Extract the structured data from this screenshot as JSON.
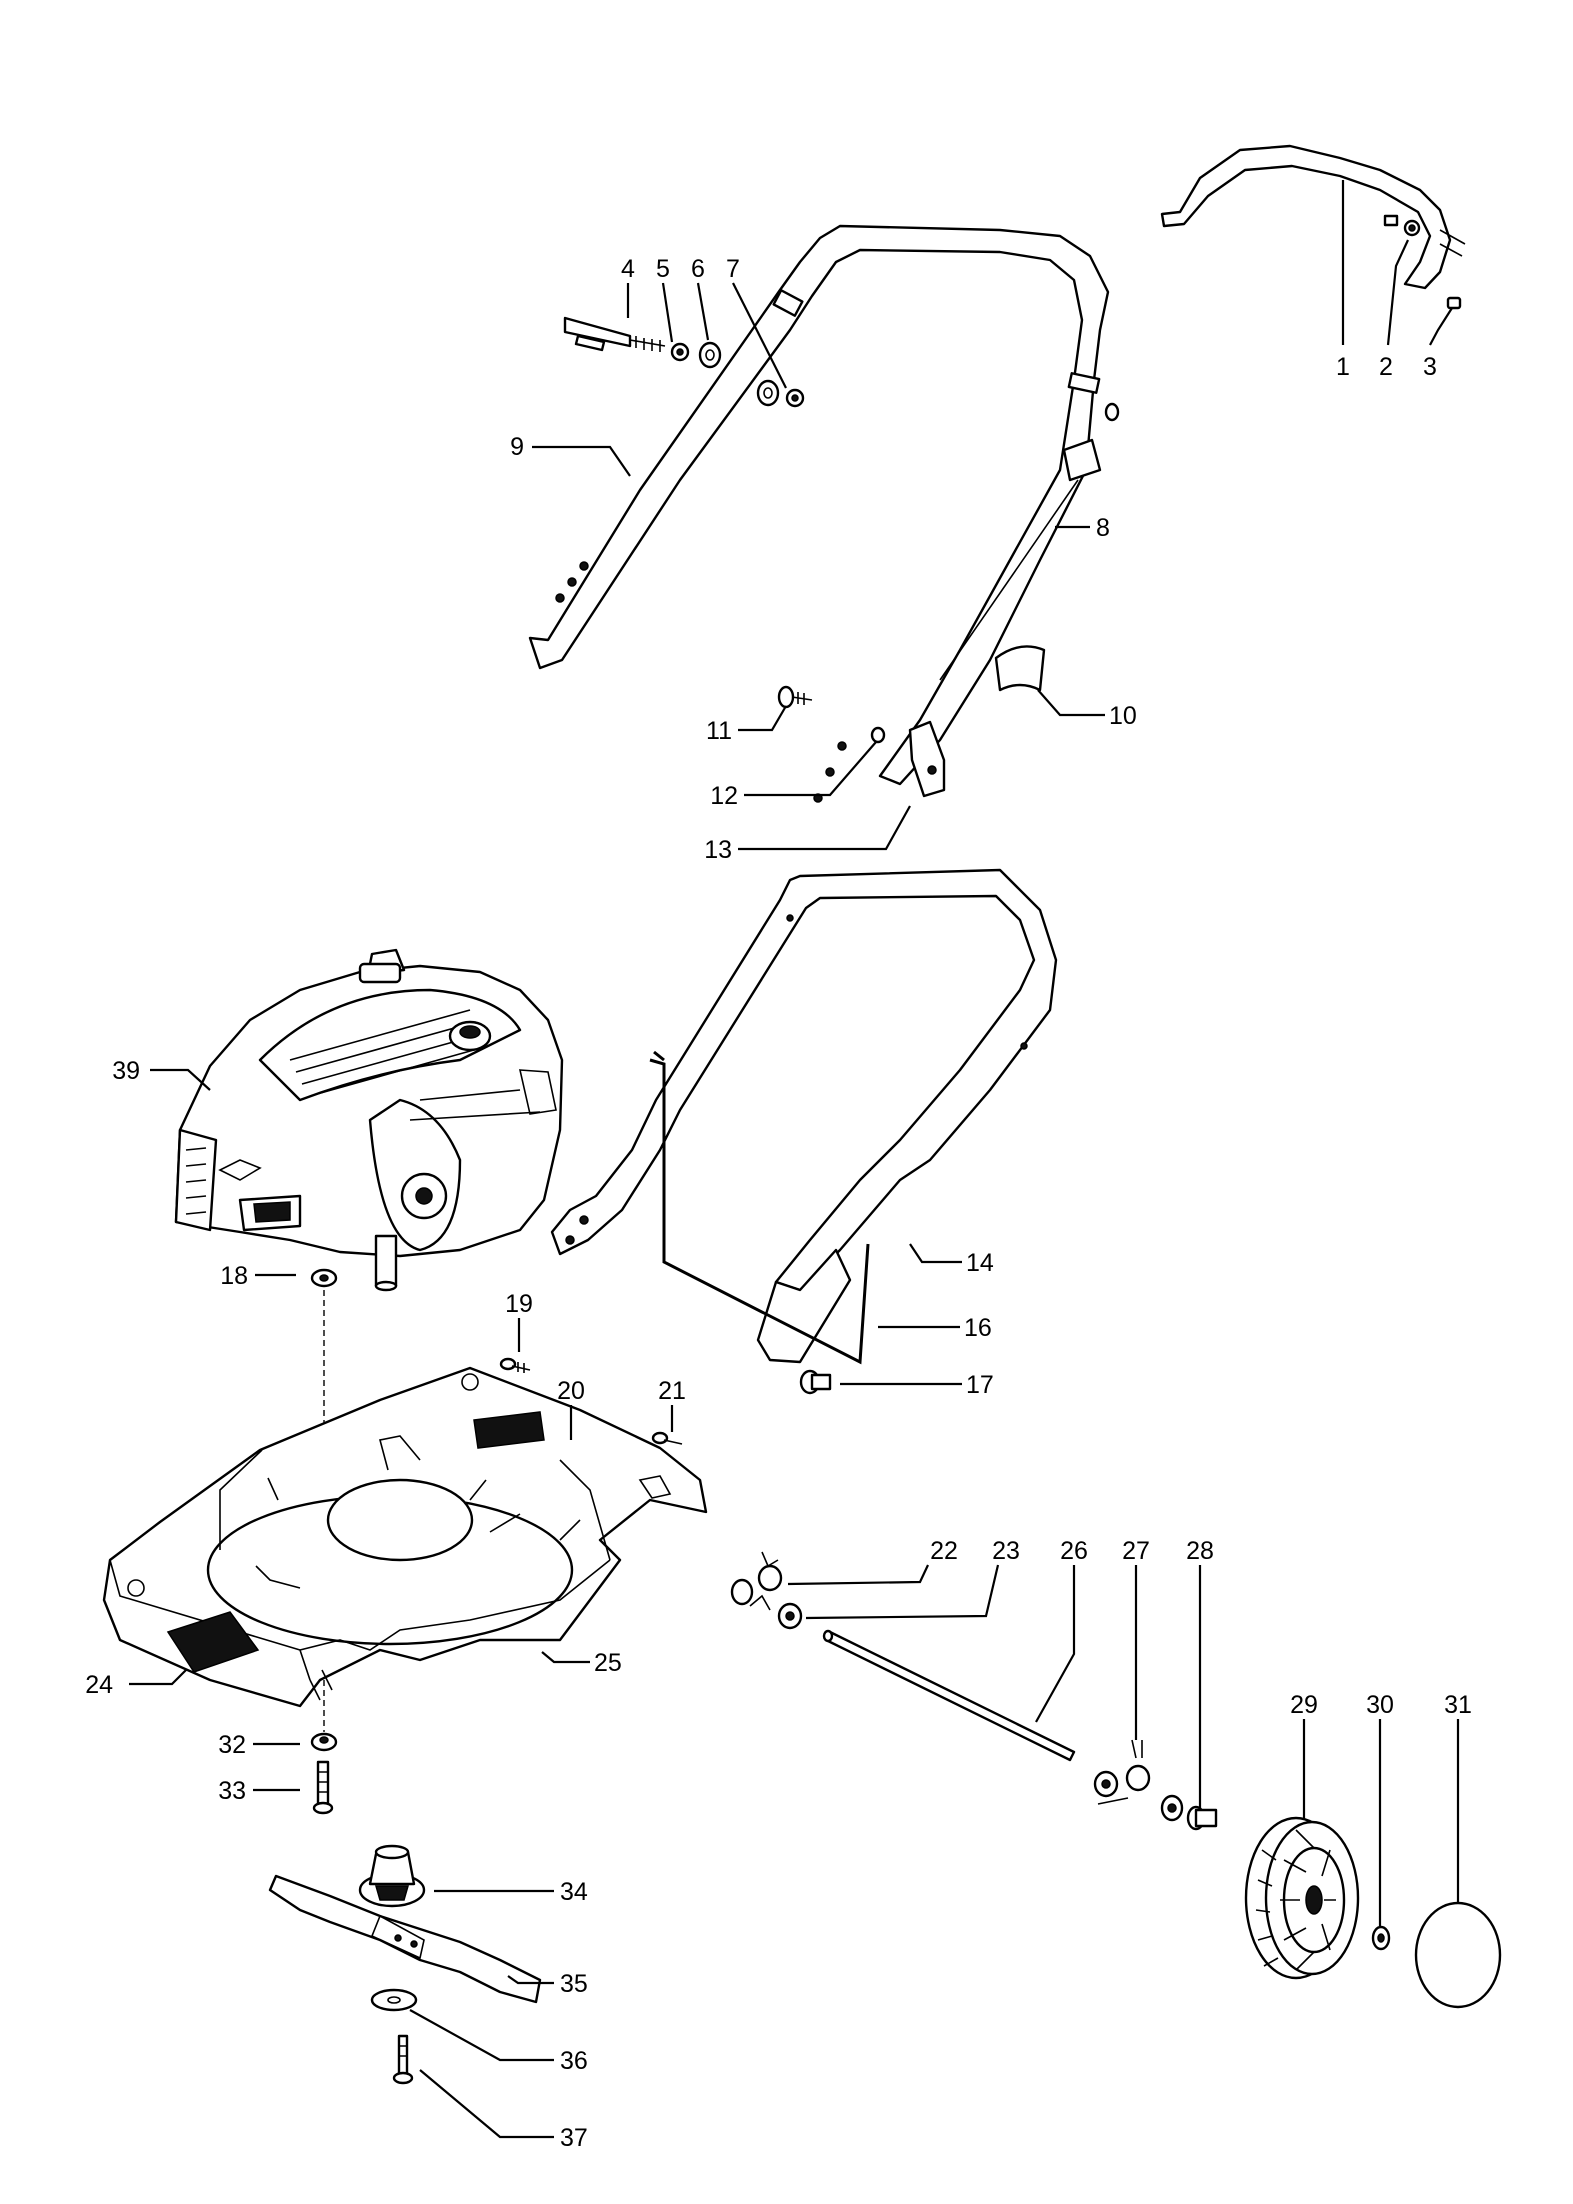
{
  "callouts": [
    {
      "id": "1",
      "text": "1"
    },
    {
      "id": "2",
      "text": "2"
    },
    {
      "id": "3",
      "text": "3"
    },
    {
      "id": "4",
      "text": "4"
    },
    {
      "id": "5",
      "text": "5"
    },
    {
      "id": "6",
      "text": "6"
    },
    {
      "id": "7",
      "text": "7"
    },
    {
      "id": "8",
      "text": "8"
    },
    {
      "id": "9",
      "text": "9"
    },
    {
      "id": "10",
      "text": "10"
    },
    {
      "id": "11",
      "text": "11"
    },
    {
      "id": "12",
      "text": "12"
    },
    {
      "id": "13",
      "text": "13"
    },
    {
      "id": "14",
      "text": "14"
    },
    {
      "id": "16",
      "text": "16"
    },
    {
      "id": "17",
      "text": "17"
    },
    {
      "id": "18",
      "text": "18"
    },
    {
      "id": "19",
      "text": "19"
    },
    {
      "id": "20",
      "text": "20"
    },
    {
      "id": "21",
      "text": "21"
    },
    {
      "id": "22",
      "text": "22"
    },
    {
      "id": "23",
      "text": "23"
    },
    {
      "id": "24",
      "text": "24"
    },
    {
      "id": "25",
      "text": "25"
    },
    {
      "id": "26",
      "text": "26"
    },
    {
      "id": "27",
      "text": "27"
    },
    {
      "id": "28",
      "text": "28"
    },
    {
      "id": "29",
      "text": "29"
    },
    {
      "id": "30",
      "text": "30"
    },
    {
      "id": "31",
      "text": "31"
    },
    {
      "id": "32",
      "text": "32"
    },
    {
      "id": "33",
      "text": "33"
    },
    {
      "id": "34",
      "text": "34"
    },
    {
      "id": "35",
      "text": "35"
    },
    {
      "id": "36",
      "text": "36"
    },
    {
      "id": "37",
      "text": "37"
    },
    {
      "id": "39",
      "text": "39"
    }
  ],
  "colors": {
    "ink": "#000000",
    "paper": "#ffffff"
  }
}
